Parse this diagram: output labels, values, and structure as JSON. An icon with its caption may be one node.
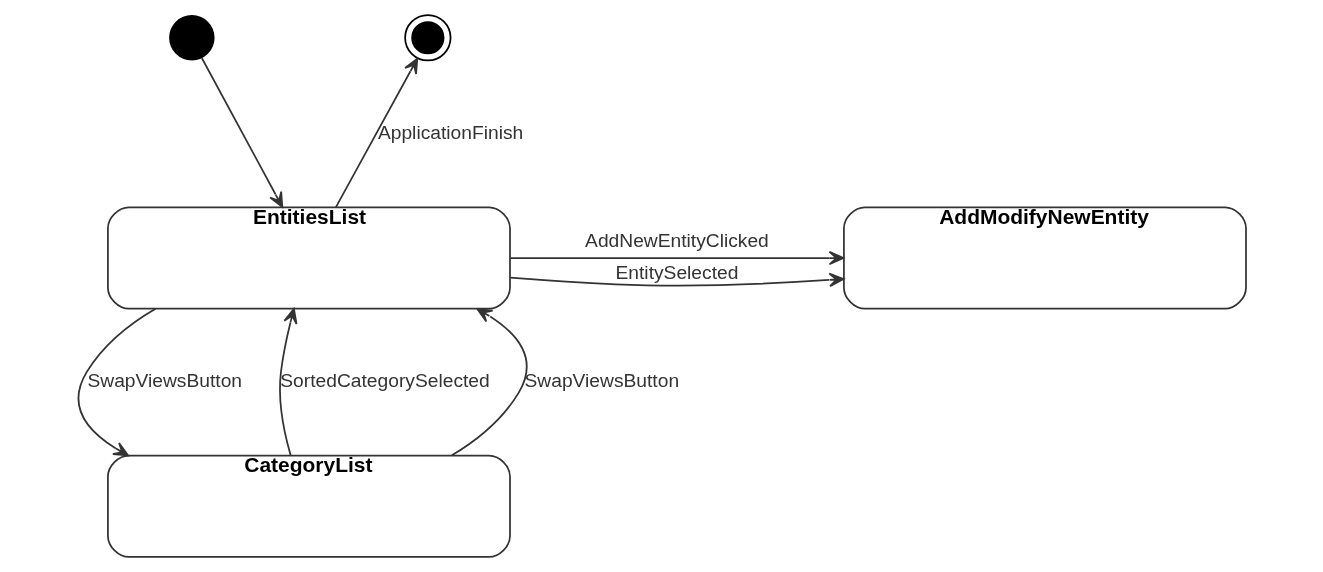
{
  "diagram": {
    "nodes": [
      {
        "text": [],
        "shape": "circle"
      },
      {
        "text": [],
        "shape": "circle"
      },
      {
        "text": [
          "EntitiesList"
        ]
      },
      {
        "text": [
          "AddModifyNewEntity"
        ]
      },
      {
        "text": [
          "CategoryList"
        ]
      }
    ],
    "edges": [
      {
        "from": 0,
        "to": 2,
        "arrow": "to"
      },
      {
        "from": 2,
        "to": 1,
        "arrow": "to",
        "label": "ApplicationFinish"
      },
      {
        "from": 2,
        "to": 3,
        "arrow": "to",
        "label": "AddNewEntityClicked"
      },
      {
        "from": 2,
        "to": 3,
        "arrow": "to",
        "label": "EntitySelected"
      },
      {
        "from": 4,
        "to": 2,
        "arrow": "to",
        "label": "SortedCategorySelected"
      },
      {
        "from": 4,
        "to": 2,
        "arrow": "to",
        "label": "SwapViewsButton"
      },
      {
        "from": 2,
        "to": 4,
        "arrow": "to",
        "label": "SwapViewsButton"
      }
    ]
  }
}
